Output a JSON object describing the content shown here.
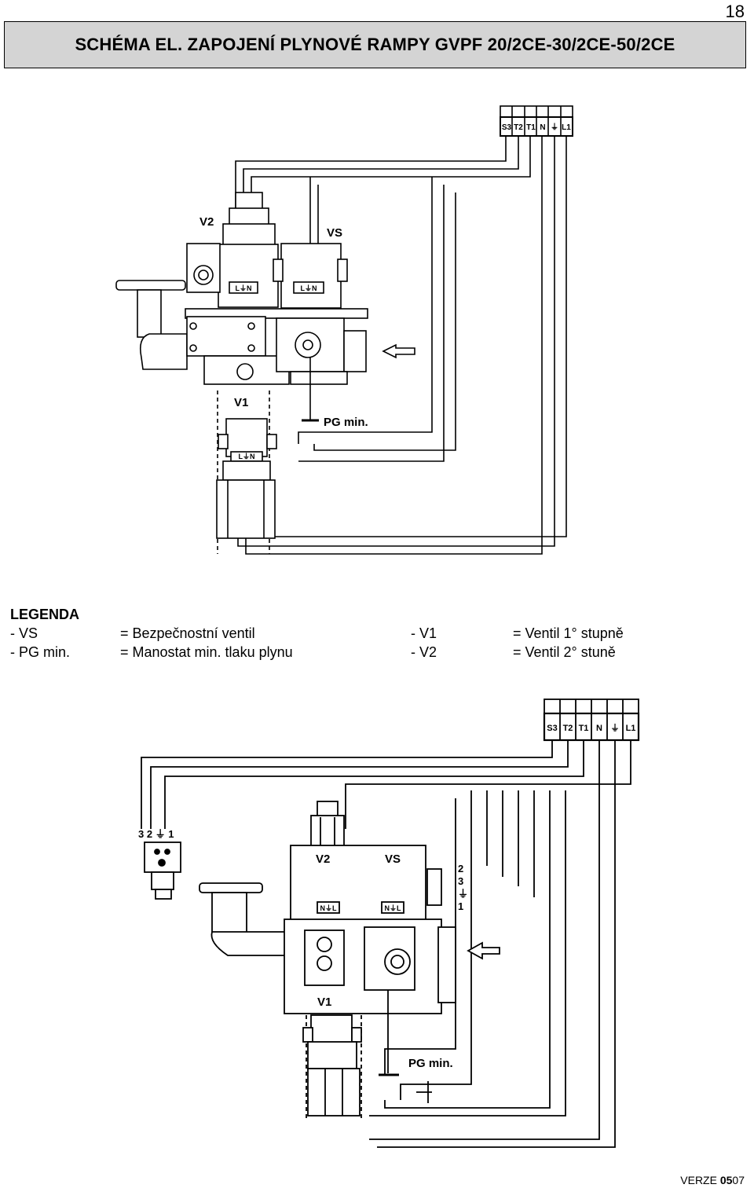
{
  "page_number": "18",
  "title": "SCHÉMA EL. ZAPOJENÍ PLYNOVÉ RAMPY GVPF 20/2CE-30/2CE-50/2CE",
  "diagram1": {
    "terminals": [
      "S3",
      "T2",
      "T1",
      "N",
      "⏚",
      "L1"
    ],
    "label_v2": "V2",
    "label_vs": "VS",
    "label_v1": "V1",
    "label_pg": "PG min.",
    "coil_terminals": "L⏚N"
  },
  "diagram2": {
    "terminals": [
      "S3",
      "T2",
      "T1",
      "N",
      "⏚",
      "L1"
    ],
    "connector_pins": "3 2 ⏚ 1",
    "label_v2": "V2",
    "label_vs": "VS",
    "label_v1": "V1",
    "label_pg": "PG min.",
    "side_pins": [
      "2",
      "3",
      "⏚",
      "1"
    ],
    "coil_terminals": "N⏚L"
  },
  "legend": {
    "heading": "LEGENDA",
    "rows": [
      {
        "code": "- VS",
        "desc": "= Bezpečnostní ventil",
        "code2": "- V1",
        "desc2": "= Ventil 1° stupně"
      },
      {
        "code": "- PG min.",
        "desc": "= Manostat min. tlaku plynu",
        "code2": "- V2",
        "desc2": "= Ventil 2° stuně"
      }
    ]
  },
  "footer": {
    "prefix": "VERZE ",
    "bold": "05",
    "suffix": "07"
  }
}
